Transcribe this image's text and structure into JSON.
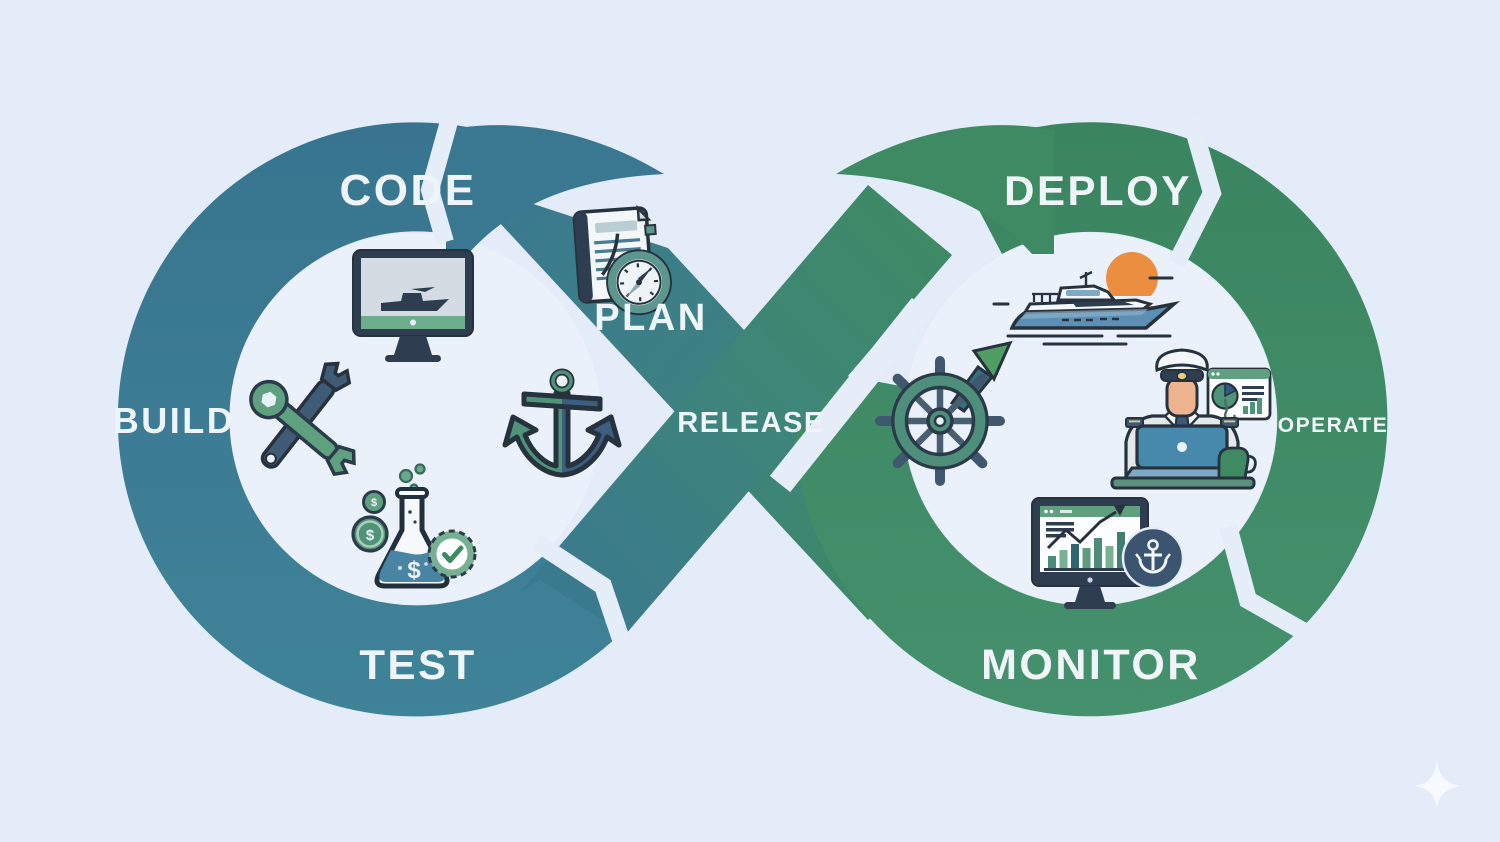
{
  "diagram": {
    "type": "devops-infinity-loop",
    "stages": {
      "plan": {
        "label": "PLAN",
        "icon": "plan-document-compass-icon"
      },
      "code": {
        "label": "CODE",
        "icon": "code-monitor-ship-icon"
      },
      "build": {
        "label": "BUILD",
        "icon": "build-crossed-wrenches-icon"
      },
      "test": {
        "label": "TEST",
        "icon": "test-flask-coins-check-icon"
      },
      "release": {
        "label": "RELEASE",
        "icon": "release-ship-wheel-arrow-icon"
      },
      "deploy": {
        "label": "DEPLOY",
        "icon": "deploy-yacht-sunset-icon"
      },
      "operate": {
        "label": "OPERATE",
        "icon": "operate-captain-laptop-icon"
      },
      "monitor": {
        "label": "MONITOR",
        "icon": "monitor-screen-chart-anchor-icon"
      }
    },
    "glyphs": {
      "currency": "$"
    },
    "colors": {
      "background": "#e3ecf8",
      "left_loop_teal": "#3b7a93",
      "right_loop_green": "#3d8a63",
      "label_text": "#eef4f8",
      "outline_navy": "#26323e",
      "sun_orange": "#ec8e3f",
      "accent_green": "#5fa17e",
      "laptop_blue": "#4789ad"
    }
  }
}
